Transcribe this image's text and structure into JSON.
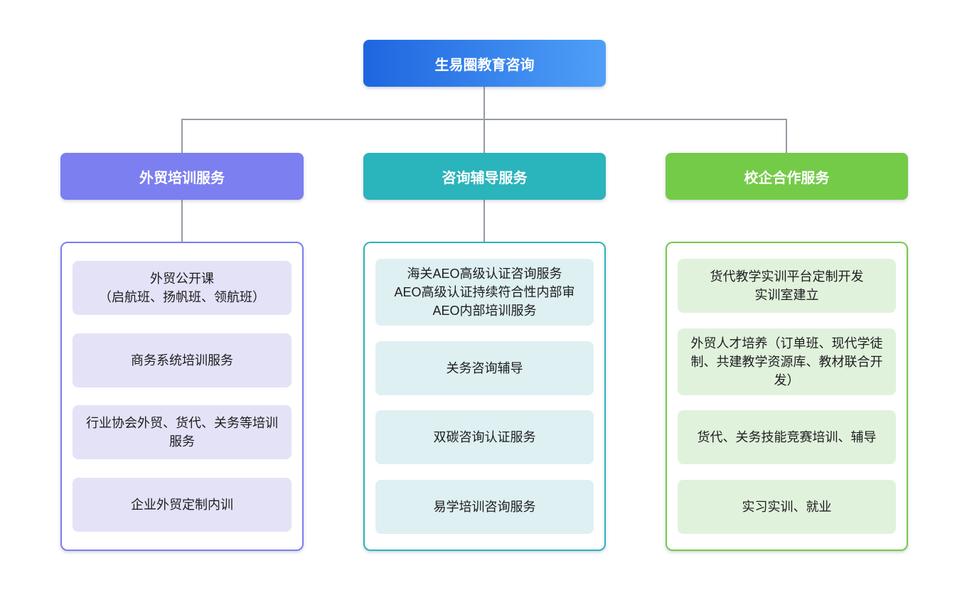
{
  "root": {
    "label": "生易圈教育咨询"
  },
  "colors": {
    "root-grad-start": "#1e66e0",
    "root-grad-end": "#4f9ff7",
    "branch1": "#7b7ff0",
    "branch1-light": "#e4e2f7",
    "branch2": "#2ab4bb",
    "branch2-light": "#def0f2",
    "branch3": "#74cb48",
    "branch3-light": "#e1f2dc",
    "connector": "#959aa4",
    "item-text": "#1d1d1f",
    "header-text": "#ffffff"
  },
  "columns": [
    {
      "header": "外贸培训服务",
      "items": [
        {
          "lines": [
            "外贸公开课",
            "（启航班、扬帆班、领航班）"
          ]
        },
        {
          "lines": [
            "商务系统培训服务"
          ]
        },
        {
          "lines": [
            "行业协会外贸、货代、关务等培训服务"
          ]
        },
        {
          "lines": [
            "企业外贸定制内训"
          ]
        }
      ]
    },
    {
      "header": "咨询辅导服务",
      "items": [
        {
          "lines": [
            "海关AEO高级认证咨询服务",
            "AEO高级认证持续符合性内部审",
            "AEO内部培训服务"
          ]
        },
        {
          "lines": [
            "关务咨询辅导"
          ]
        },
        {
          "lines": [
            "双碳咨询认证服务"
          ]
        },
        {
          "lines": [
            "易学培训咨询服务"
          ]
        }
      ]
    },
    {
      "header": "校企合作服务",
      "items": [
        {
          "lines": [
            "货代教学实训平台定制开发",
            "实训室建立"
          ]
        },
        {
          "lines": [
            "外贸人才培养（订单班、现代学徒制、共建教学资源库、教材联合开发）"
          ]
        },
        {
          "lines": [
            "货代、关务技能竞赛培训、辅导"
          ]
        },
        {
          "lines": [
            "实习实训、就业"
          ]
        }
      ]
    }
  ]
}
